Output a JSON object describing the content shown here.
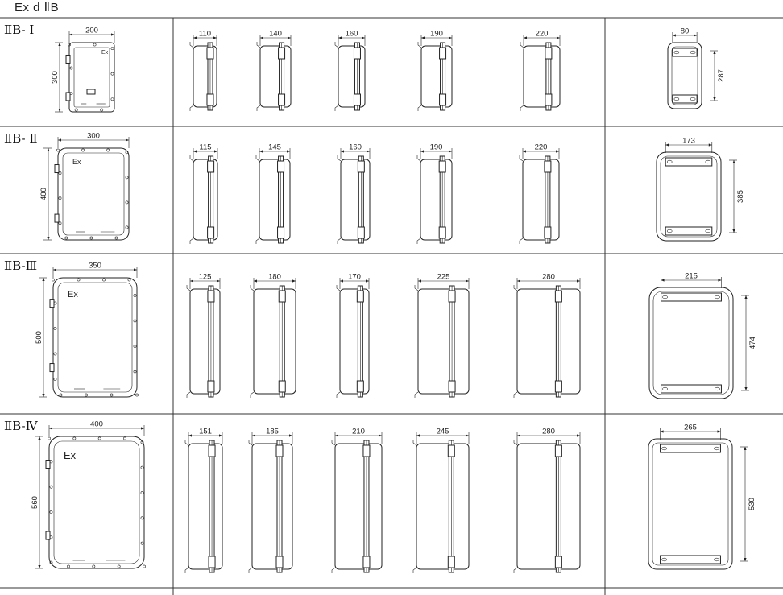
{
  "title": "Ex d ⅡB",
  "rows": [
    {
      "label": "ⅡB- Ⅰ",
      "front": {
        "width": "200",
        "height": "300",
        "ex_text": "Ex"
      },
      "sides": [
        "110",
        "140",
        "160",
        "190",
        "220"
      ],
      "back": {
        "width": "80",
        "height": "287"
      }
    },
    {
      "label": "ⅡB- Ⅱ",
      "front": {
        "width": "300",
        "height": "400",
        "ex_text": "Ex"
      },
      "sides": [
        "115",
        "145",
        "160",
        "190",
        "220"
      ],
      "back": {
        "width": "173",
        "height": "385"
      }
    },
    {
      "label": "ⅡB-Ⅲ",
      "front": {
        "width": "350",
        "height": "500",
        "ex_text": "Ex"
      },
      "sides": [
        "125",
        "180",
        "170",
        "225",
        "280"
      ],
      "back": {
        "width": "215",
        "height": "474"
      }
    },
    {
      "label": "ⅡB-Ⅳ",
      "front": {
        "width": "400",
        "height": "560",
        "ex_text": "Ex"
      },
      "sides": [
        "151",
        "185",
        "210",
        "245",
        "280"
      ],
      "back": {
        "width": "265",
        "height": "530"
      }
    }
  ]
}
